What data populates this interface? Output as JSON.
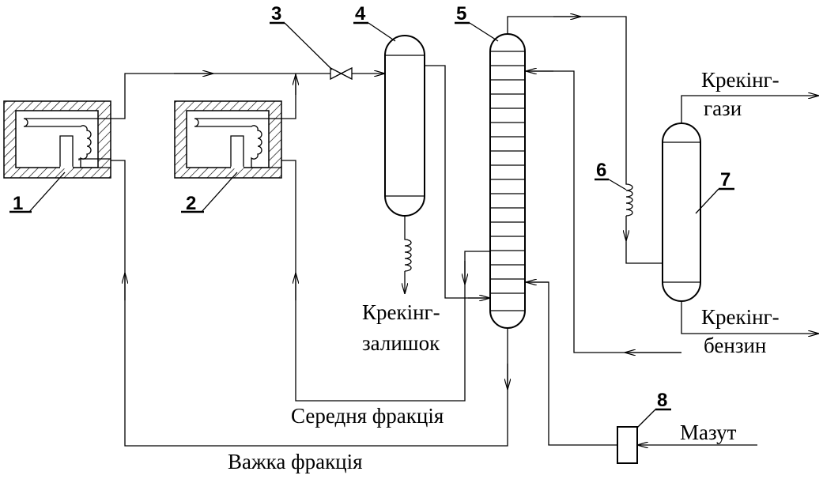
{
  "numbers": {
    "n1": "1",
    "n2": "2",
    "n3": "3",
    "n4": "4",
    "n5": "5",
    "n6": "6",
    "n7": "7",
    "n8": "8"
  },
  "labels": {
    "cracking_gases_1": "Крекінг-",
    "cracking_gases_2": "гази",
    "cracking_gasoline_1": "Крекінг-",
    "cracking_gasoline_2": "бензин",
    "cracking_residue_1": "Крекінг-",
    "cracking_residue_2": "залишок",
    "middle_fraction": "Середня фракція",
    "heavy_fraction": "Важка фракція",
    "fuel_oil": "Мазут"
  }
}
